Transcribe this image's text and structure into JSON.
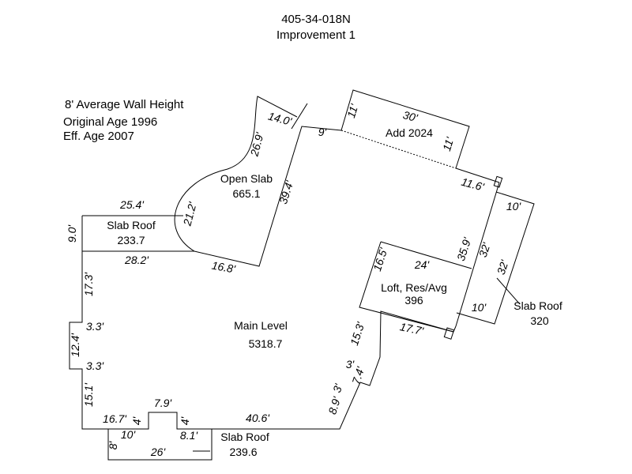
{
  "header": {
    "parcel": "405-34-018N",
    "improvement": "Improvement 1"
  },
  "notes": {
    "wall_height": "8' Average Wall Height",
    "original_age": "Original Age 1996",
    "eff_age": "Eff. Age 2007"
  },
  "areas": {
    "main_level": {
      "name": "Main Level",
      "value": "5318.7"
    },
    "open_slab": {
      "name": "Open Slab",
      "value": "665.1"
    },
    "slab_roof_left": {
      "name": "Slab Roof",
      "value": "233.7"
    },
    "add_2024": {
      "name": "Add 2024"
    },
    "loft": {
      "name": "Loft, Res/Avg",
      "value": "396"
    },
    "slab_roof_right": {
      "name": "Slab Roof",
      "value": "320"
    },
    "slab_roof_bottom": {
      "name": "Slab Roof",
      "value": "239.6"
    }
  },
  "dimensions": {
    "d_9_0": "9.0'",
    "d_25_4": "25.4'",
    "d_28_2": "28.2'",
    "d_21_2": "21.2'",
    "d_26_9": "26.9'",
    "d_14_0": "14.0'",
    "d_39_4": "39.4'",
    "d_16_8": "16.8'",
    "d_9": "9'",
    "d_11_a": "11'",
    "d_30": "30'",
    "d_11_b": "11'",
    "d_11_6": "11.6'",
    "d_10_a": "10'",
    "d_32_a": "32'",
    "d_32_b": "32'",
    "d_10_b": "10'",
    "d_16_5": "16.5'",
    "d_24": "24'",
    "d_35_9": "35.9'",
    "d_17_7": "17.7'",
    "d_15_3": "15.3'",
    "d_3_a": "3'",
    "d_7_4": "7.4'",
    "d_3_b": "3'",
    "d_8_9": "8.9'",
    "d_40_6": "40.6'",
    "d_17_3": "17.3'",
    "d_3_3_a": "3.3'",
    "d_12_4": "12.4'",
    "d_3_3_b": "3.3'",
    "d_15_1": "15.1'",
    "d_16_7": "16.7'",
    "d_4_a": "4'",
    "d_7_9": "7.9'",
    "d_4_b": "4'",
    "d_10_c": "10'",
    "d_8_1": "8.1'",
    "d_8": "8'",
    "d_26": "26'"
  }
}
